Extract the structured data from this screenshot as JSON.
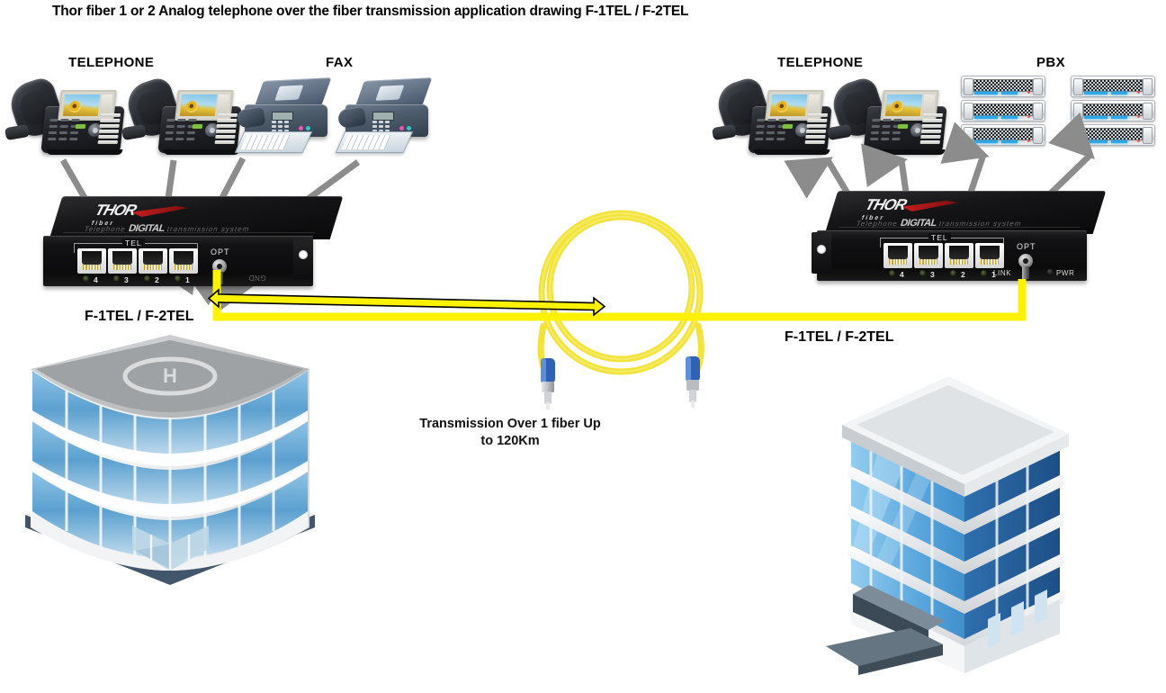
{
  "title": "Thor fiber 1 or 2 Analog telephone over the fiber transmission application drawing F-1TEL / F-2TEL",
  "labels": {
    "left_telephone": "TELEPHONE",
    "left_fax": "FAX",
    "right_telephone": "TELEPHONE",
    "right_pbx": "PBX",
    "left_device": "F-1TEL / F-2TEL",
    "right_device": "F-1TEL / F-2TEL",
    "transmission_line1": "Transmission Over 1 fiber Up",
    "transmission_line2": "to 120Km"
  },
  "device": {
    "brand": "THOR",
    "brand_sub": "fiber",
    "model_word": "DIGITAL",
    "subtitle_prefix": "Telephone",
    "subtitle_suffix": "transmission   system",
    "tel_group": "TEL",
    "ports": [
      "4",
      "3",
      "2",
      "1"
    ],
    "opt_label": "OPT",
    "link_label": "LINK",
    "pwr_label": "PWR",
    "ground_label": "GND"
  },
  "colors": {
    "fiber_yellow": "#FFF200",
    "arrow_grey": "#8c8c8c",
    "device_black": "#101012",
    "building_blue": "#5fa5d8",
    "pbx_led_blue": "#2fa8e8",
    "brand_red": "#d21f1f",
    "text_black": "#000000"
  },
  "icons": {
    "left_endpoints": [
      "ip-phone-icon",
      "ip-phone-icon",
      "fax-machine-icon",
      "fax-machine-icon"
    ],
    "right_endpoints": [
      "ip-phone-icon",
      "ip-phone-icon",
      "pbx-rack-icon",
      "pbx-rack-icon"
    ],
    "fiber": "fiber-optic-patch-cable-icon",
    "buildings": [
      "office-building-helipad-icon",
      "office-tower-icon"
    ],
    "flow": "bidirectional-fiber-arrow-icon"
  }
}
